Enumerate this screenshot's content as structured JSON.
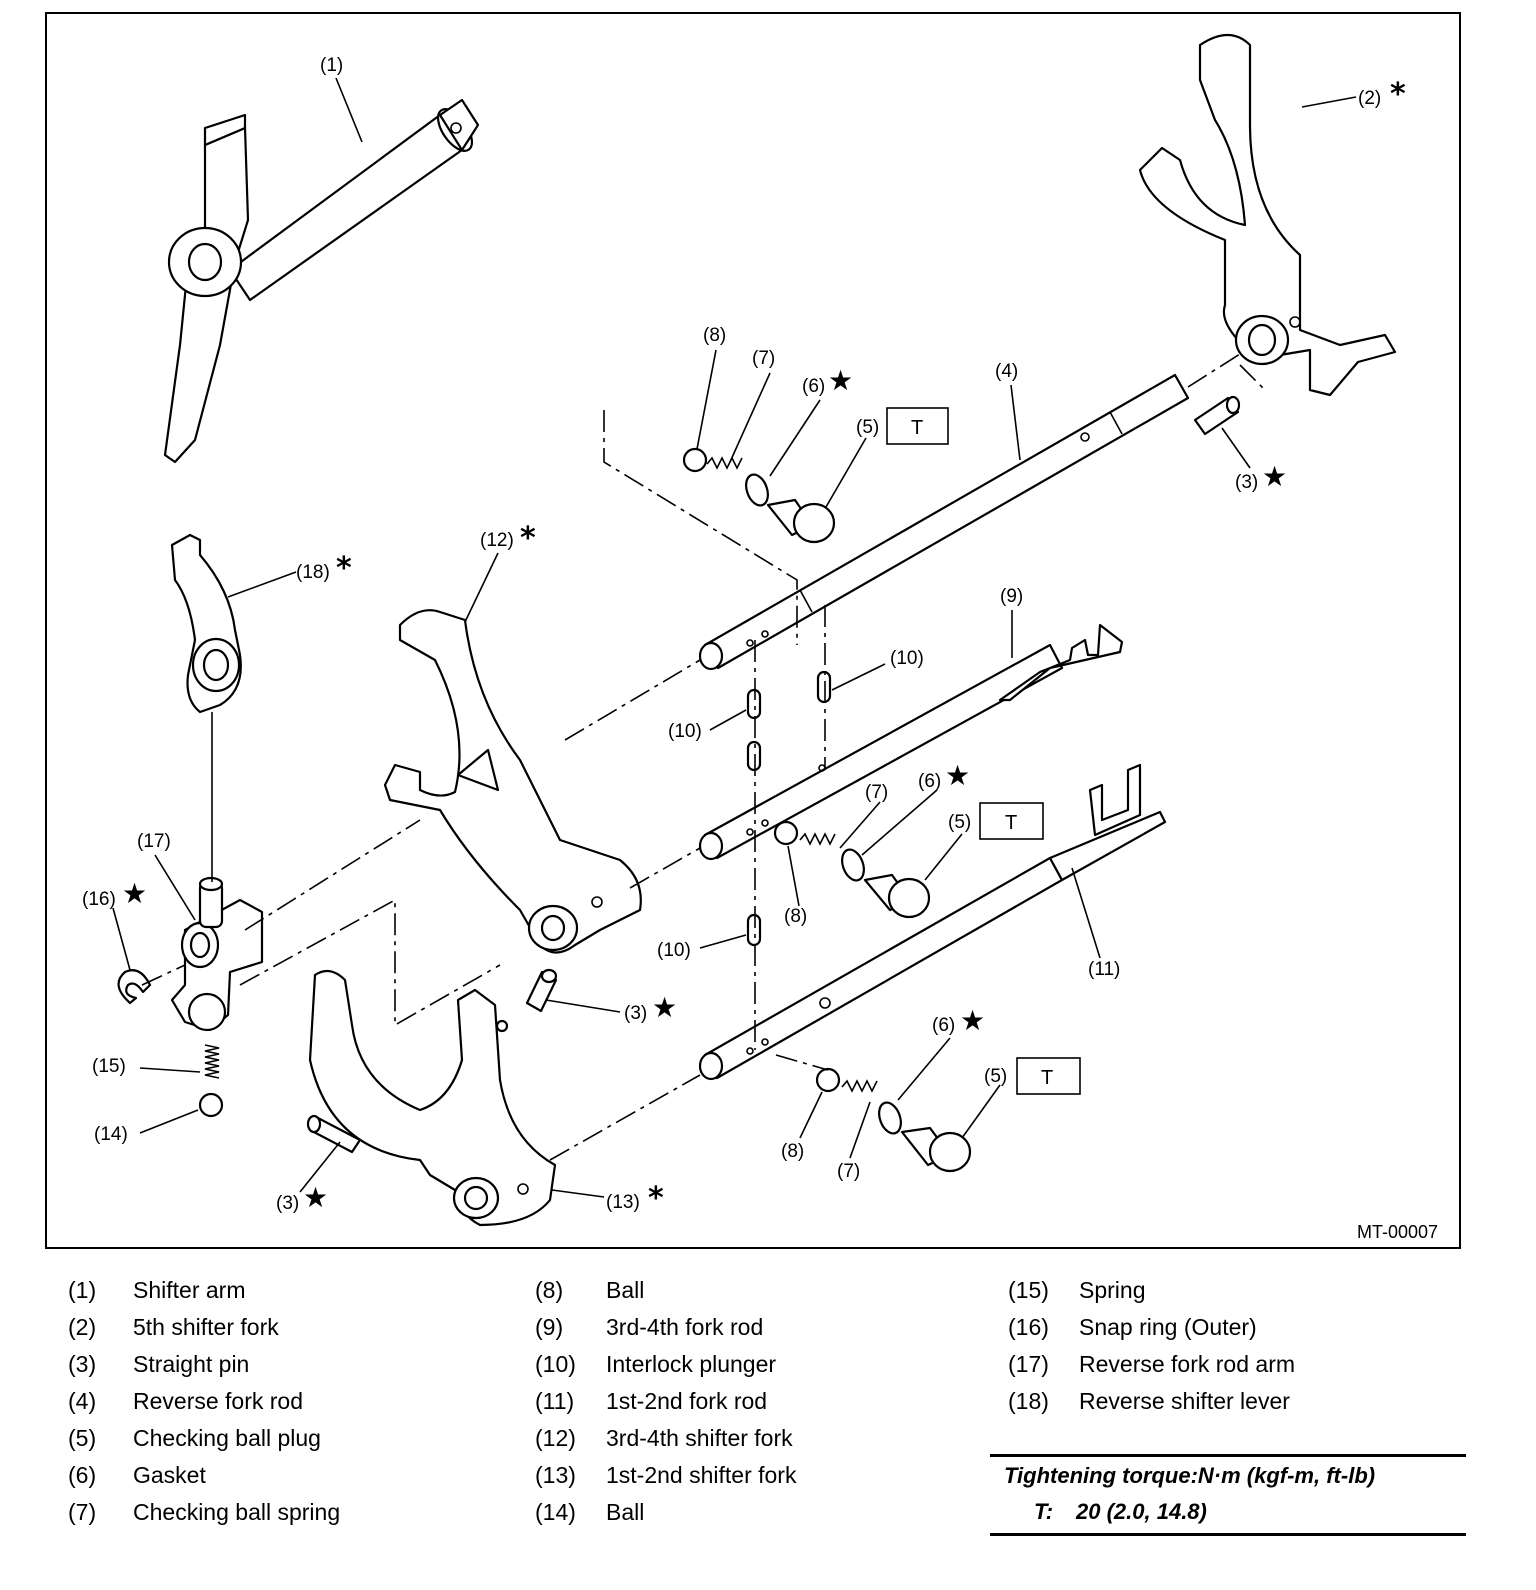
{
  "figure_id": "MT-00007",
  "callouts": {
    "c1": "(1)",
    "c2": "(2)",
    "c3": "(3)",
    "c4": "(4)",
    "c5": "(5)",
    "c6": "(6)",
    "c7": "(7)",
    "c8": "(8)",
    "c9": "(9)",
    "c10": "(10)",
    "c11": "(11)",
    "c12": "(12)",
    "c13": "(13)",
    "c14": "(14)",
    "c15": "(15)",
    "c16": "(16)",
    "c17": "(17)",
    "c18": "(18)"
  },
  "marks": {
    "star": "★",
    "asterisk": "*",
    "torque_box": "T"
  },
  "legend": {
    "col1": [
      {
        "num": "(1)",
        "name": "Shifter arm"
      },
      {
        "num": "(2)",
        "name": "5th shifter fork"
      },
      {
        "num": "(3)",
        "name": "Straight pin"
      },
      {
        "num": "(4)",
        "name": "Reverse fork rod"
      },
      {
        "num": "(5)",
        "name": "Checking ball plug"
      },
      {
        "num": "(6)",
        "name": "Gasket"
      },
      {
        "num": "(7)",
        "name": "Checking ball spring"
      }
    ],
    "col2": [
      {
        "num": "(8)",
        "name": "Ball"
      },
      {
        "num": "(9)",
        "name": "3rd-4th fork rod"
      },
      {
        "num": "(10)",
        "name": "Interlock plunger"
      },
      {
        "num": "(11)",
        "name": "1st-2nd fork rod"
      },
      {
        "num": "(12)",
        "name": "3rd-4th shifter fork"
      },
      {
        "num": "(13)",
        "name": "1st-2nd shifter fork"
      },
      {
        "num": "(14)",
        "name": "Ball"
      }
    ],
    "col3": [
      {
        "num": "(15)",
        "name": "Spring"
      },
      {
        "num": "(16)",
        "name": "Snap ring (Outer)"
      },
      {
        "num": "(17)",
        "name": "Reverse fork rod arm"
      },
      {
        "num": "(18)",
        "name": "Reverse shifter lever"
      }
    ]
  },
  "torque": {
    "title": "Tightening torque:N·m (kgf-m, ft-lb)",
    "key": "T:",
    "value": "20 (2.0, 14.8)"
  }
}
